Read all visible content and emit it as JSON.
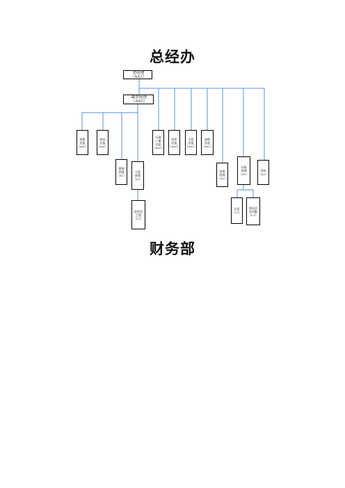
{
  "title": "总经办",
  "subtitle": "财务部",
  "colors": {
    "connector": "#5b8fd0",
    "box_border": "#000000"
  },
  "nodes": {
    "gm": "总经理（AA1）",
    "dgm": "副总经理（AA1）",
    "n1": "经营\n总监\n（AA2）",
    "n2": "财务\n总监\n（AA2）",
    "n3": "行政\n人事\n总监\n（AA2）",
    "n4": "研发\n总监\n（AA2）",
    "n5": "工程\n总监\n（AA2）",
    "n6": "采购\n总监\n（AA2）",
    "n7": "营销\n经理\n（A1）",
    "n8": "工程\n经理\n（A2）",
    "n9": "安保\n经理\n（A2）",
    "n10": "行政\n经理\n（A1）",
    "n11": "司机\n（A2）",
    "n12": "驻项目\n工程\n（C1）",
    "n13": "文员\n（C1）",
    "n14": "保洁员\n及内勤\n（C1）"
  }
}
